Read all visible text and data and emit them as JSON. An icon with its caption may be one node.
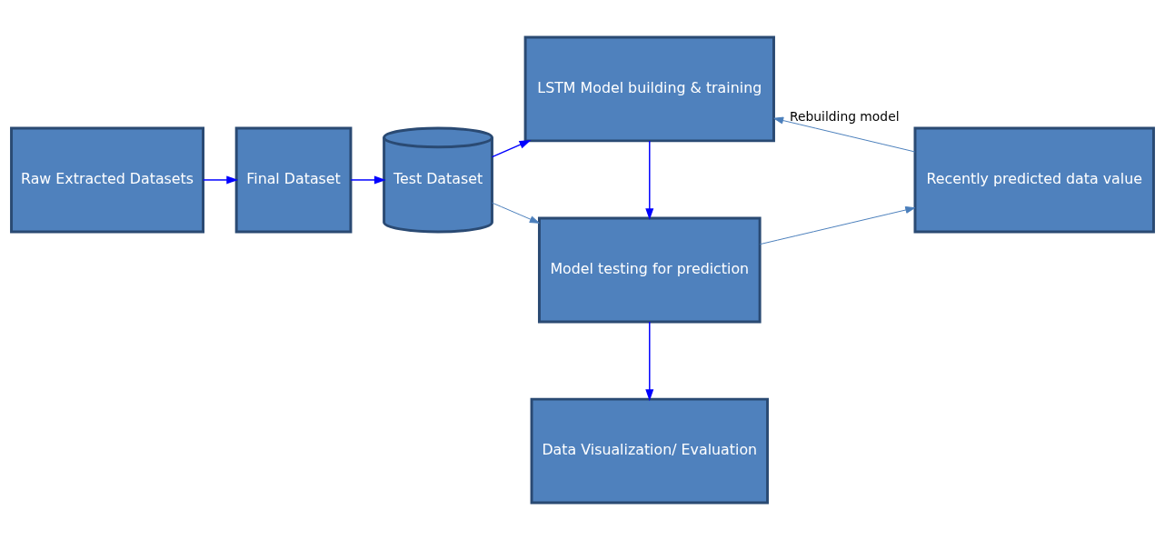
{
  "diagram": {
    "nodes": [
      {
        "text": [
          "Raw Extracted Datasets"
        ]
      },
      {
        "text": [
          "Final Dataset"
        ]
      },
      {
        "text": [
          "Test Dataset"
        ]
      },
      {
        "text": [
          "LSTM Model building & training"
        ]
      },
      {
        "text": [
          "Recently predicted data value"
        ]
      },
      {
        "text": [
          "Model testing for prediction"
        ]
      },
      {
        "text": [
          "Data Visualization/ Evaluation"
        ]
      }
    ],
    "edges": [
      {
        "from": 0,
        "to": 1,
        "arrow": "to"
      },
      {
        "from": 1,
        "to": 2,
        "arrow": "to"
      },
      {
        "from": 2,
        "to": 3,
        "arrow": "to"
      },
      {
        "from": 3,
        "to": 5,
        "arrow": "to"
      },
      {
        "from": 2,
        "to": 5,
        "arrow": "to",
        "color": "#4a7ebb"
      },
      {
        "from": 5,
        "to": 4,
        "arrow": "to",
        "color": "#4a7ebb"
      },
      {
        "from": 4,
        "to": 3,
        "arrow": "to",
        "label": "Rebuilding model",
        "color": "#4a7ebb"
      },
      {
        "from": 5,
        "to": 6,
        "arrow": "to"
      }
    ]
  }
}
